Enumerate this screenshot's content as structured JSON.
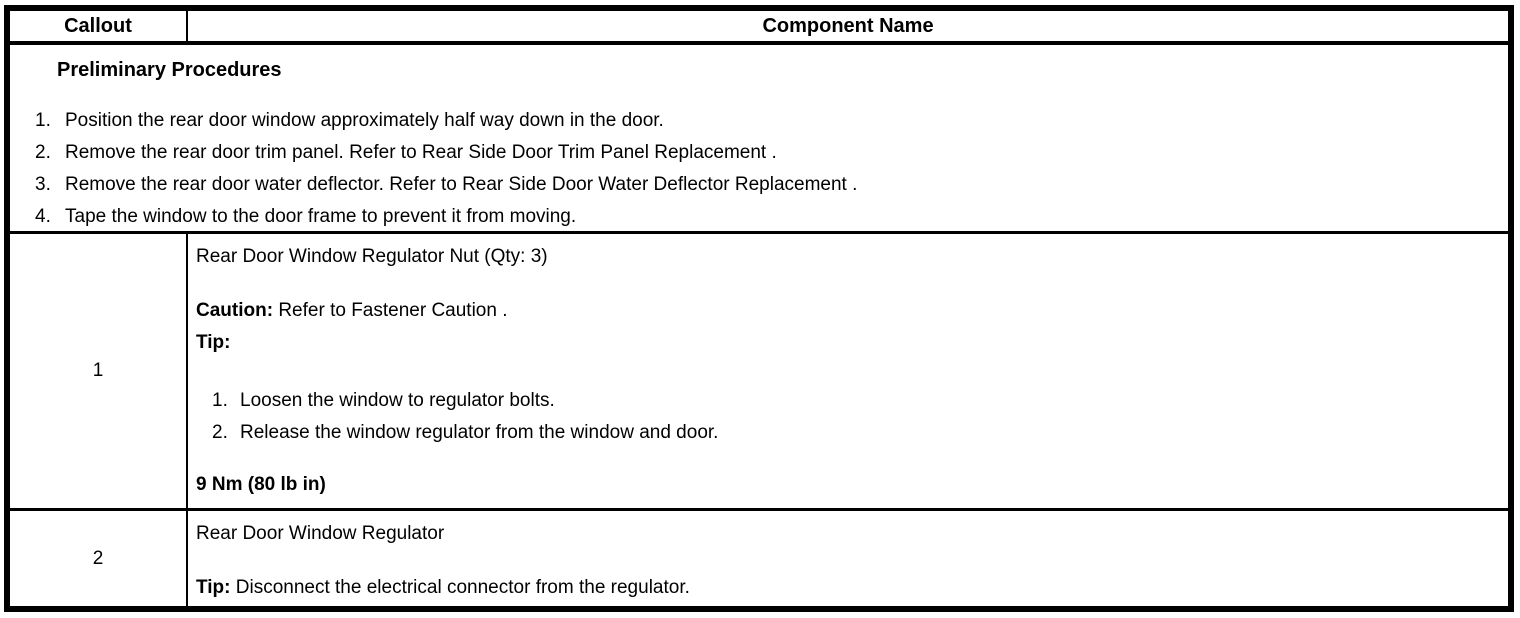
{
  "table": {
    "header": {
      "callout": "Callout",
      "component": "Component Name"
    },
    "preliminary": {
      "title": "Preliminary Procedures",
      "steps": [
        {
          "num": "1.",
          "text": "Position the rear door window approximately half way down in the door."
        },
        {
          "num": "2.",
          "text": "Remove the rear door trim panel. Refer to Rear Side Door Trim Panel Replacement ."
        },
        {
          "num": "3.",
          "text": "Remove the rear door water deflector. Refer to Rear Side Door Water Deflector Replacement ."
        },
        {
          "num": "4.",
          "text": "Tape the window to the door frame to prevent it from moving."
        }
      ]
    },
    "rows": [
      {
        "callout": "1",
        "name": "Rear Door Window Regulator Nut (Qty: 3)",
        "caution_label": "Caution:",
        "caution_text": " Refer to Fastener Caution .",
        "tip_label": "Tip:",
        "tip_steps": [
          {
            "num": "1.",
            "text": "Loosen the window to regulator bolts."
          },
          {
            "num": "2.",
            "text": "Release the window regulator from the window and door."
          }
        ],
        "torque": "9 Nm (80 lb in)"
      },
      {
        "callout": "2",
        "name": "Rear Door Window Regulator",
        "tip_label": "Tip:",
        "tip_text": " Disconnect the electrical connector from the regulator."
      }
    ]
  }
}
